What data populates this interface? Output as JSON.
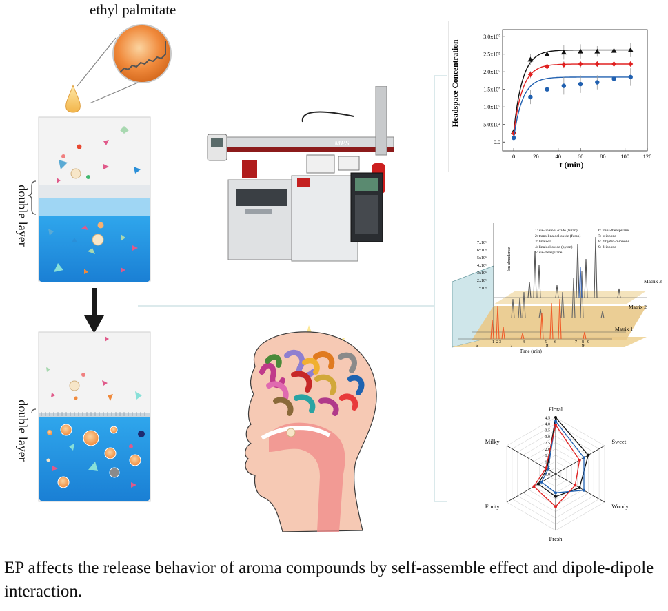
{
  "compound_label": "ethyl palmitate",
  "layer_label_top": "double layer",
  "layer_label_bottom": "double layer",
  "instrument_labels": {
    "sampler": "MPS"
  },
  "kinetics_chart": {
    "ylabel": "Headspace Concentration",
    "xlabel": "t (min)",
    "y_ticks": [
      "0.0",
      "5.0x10⁴",
      "1.0x10⁵",
      "1.5x10⁵",
      "2.0x10⁵",
      "2.5x10⁵",
      "3.0x10⁵"
    ],
    "x_ticks": [
      "0",
      "20",
      "40",
      "60",
      "80",
      "100",
      "120"
    ]
  },
  "chromatogram": {
    "y_label": "Ion abundance",
    "x_label": "Time (min)",
    "y_ticks": [
      "7x10⁶",
      "6x10⁶",
      "5x10⁶",
      "4x10⁶",
      "3x10⁶",
      "2x10⁶",
      "1x10⁶"
    ],
    "x_ticks": [
      "6",
      "7",
      "8",
      "9"
    ],
    "matrices": [
      "Matrix 3",
      "Matrix 2",
      "Matrix 1"
    ],
    "legend": [
      "1: cis-linalool oxide (furan)",
      "2: trans-linalool oxide (furan)",
      "3: linalool",
      "4: linalool oxide (pyran)",
      "5: cis-theaspirane",
      "6: trans-theaspirane",
      "7: α-ionone",
      "8: dihydro-β-ionone",
      "9: β-ionone"
    ],
    "peak_numbers": [
      "1",
      "2",
      "3",
      "4",
      "5",
      "6",
      "7",
      "8",
      "9"
    ]
  },
  "radar": {
    "axes": [
      "Floral",
      "Sweet",
      "Woody",
      "Fresh",
      "Fruity",
      "Milky"
    ],
    "ticks": [
      "4.5",
      "4.0",
      "3.5",
      "3.0",
      "2.5",
      "2.0",
      "1.5",
      "1.0",
      "0.5",
      "0.0"
    ]
  },
  "caption": "EP affects the release behavior of aroma compounds by self-assemble effect and dipole-dipole interaction.",
  "chart_data": [
    {
      "type": "line",
      "title": "",
      "xlabel": "t (min)",
      "ylabel": "Headspace Concentration",
      "xlim": [
        -10,
        120
      ],
      "ylim": [
        -25000,
        320000
      ],
      "x": [
        0,
        15,
        30,
        45,
        60,
        75,
        90,
        105
      ],
      "series": [
        {
          "marker": "triangle",
          "color": "#111111",
          "values": [
            30000,
            235000,
            250000,
            255000,
            258000,
            258000,
            260000,
            262000
          ],
          "errors": [
            6000,
            15000,
            15000,
            20000,
            20000,
            15000,
            15000,
            20000
          ]
        },
        {
          "marker": "diamond",
          "color": "#e02020",
          "values": [
            25000,
            192000,
            215000,
            220000,
            222000,
            222000,
            222000,
            222000
          ],
          "errors": [
            6000,
            10000,
            10000,
            10000,
            10000,
            8000,
            8000,
            8000
          ]
        },
        {
          "marker": "circle",
          "color": "#2060b0",
          "values": [
            12000,
            128000,
            150000,
            160000,
            165000,
            170000,
            180000,
            185000
          ],
          "errors": [
            6000,
            20000,
            25000,
            25000,
            25000,
            20000,
            20000,
            25000
          ]
        }
      ]
    },
    {
      "type": "radar",
      "axes": [
        "Floral",
        "Sweet",
        "Woody",
        "Fresh",
        "Fruity",
        "Milky"
      ],
      "rmax": 4.5,
      "series": [
        {
          "color": "#111111",
          "values": [
            4.5,
            3.0,
            2.2,
            1.8,
            1.6,
            0.8
          ]
        },
        {
          "color": "#2060b0",
          "values": [
            4.2,
            2.6,
            2.6,
            1.5,
            1.3,
            0.7
          ]
        },
        {
          "color": "#e02020",
          "values": [
            3.9,
            2.2,
            1.8,
            2.6,
            2.0,
            0.9
          ]
        }
      ]
    }
  ]
}
